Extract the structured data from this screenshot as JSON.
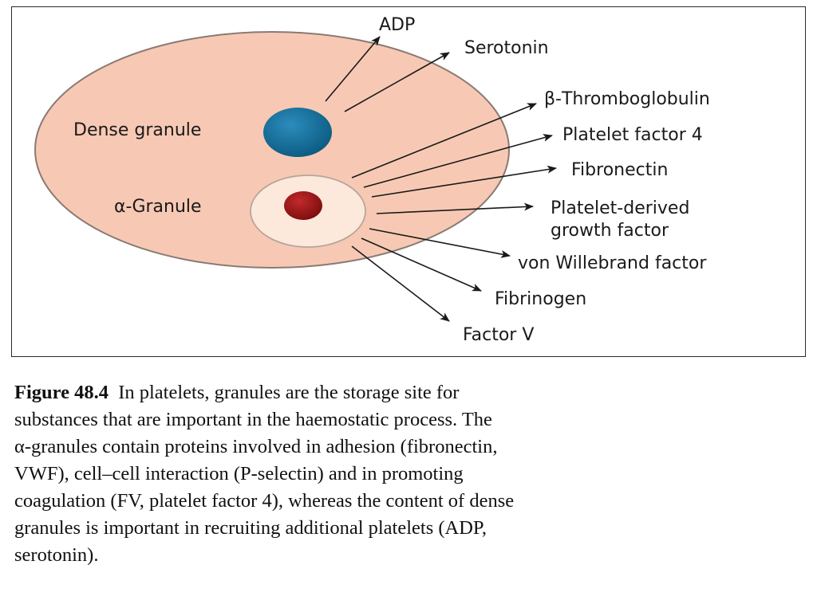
{
  "diagram": {
    "cell_labels": {
      "dense_granule": "Dense granule",
      "alpha_granule": "α-Granule"
    },
    "dense_products": [
      "ADP",
      "Serotonin"
    ],
    "alpha_products": [
      "β-Thromboglobulin",
      "Platelet factor 4",
      "Fibronectin",
      "Platelet-derived",
      "growth factor",
      "von Willebrand factor",
      "Fibrinogen",
      "Factor V"
    ],
    "colors": {
      "cell_fill": "#f7c9b4",
      "cell_stroke": "#8a7a72",
      "dense_granule": "#0e6e9a",
      "alpha_granule_fill": "#fce9dc",
      "alpha_core": "#a31518"
    }
  },
  "caption": {
    "label": "Figure 48.4",
    "lines": [
      "  In platelets, granules are the storage site for",
      "substances that are important in the haemostatic process. The",
      "α-granules contain proteins involved in adhesion (fibronectin,",
      "VWF), cell–cell interaction (P-selectin) and in promoting",
      "coagulation (FV, platelet factor 4), whereas the content of dense",
      "granules is important in recruiting additional platelets (ADP,",
      "serotonin)."
    ]
  }
}
